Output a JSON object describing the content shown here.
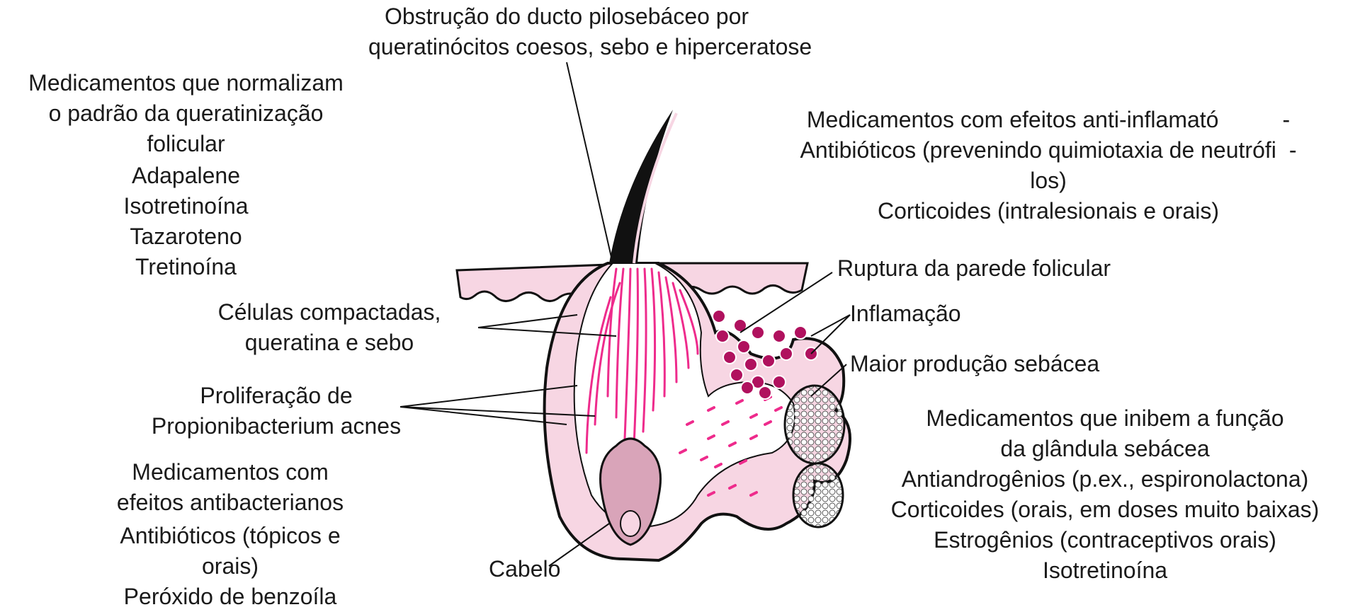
{
  "labels": {
    "obstruction": [
      "Obstrução do ducto pilosebáceo por",
      "queratinócitos coesos, sebo e hiperceratose"
    ],
    "normalize_drugs": [
      "Medicamentos que normalizam",
      "o padrão da queratinização",
      "folicular"
    ],
    "normalize_list": [
      "Adapalene",
      "Isotretinoína",
      "Tazaroteno",
      "Tretinoína"
    ],
    "compacted_cells": [
      "Células compactadas,",
      "queratina e sebo"
    ],
    "proliferation": [
      "Proliferação de",
      "Propionibacterium acnes"
    ],
    "antibacterial": [
      "Medicamentos com",
      "efeitos antibacterianos"
    ],
    "antibacterial_list": [
      "Antibióticos (tópicos e",
      "orais)",
      "Peróxido de benzoíla"
    ],
    "hair": "Cabelo",
    "antiinflammatory": [
      {
        "text": "Medicamentos com efeitos anti-inflamató",
        "dash": "-"
      },
      {
        "text": "Antibióticos (prevenindo quimiotaxia de neutrófi",
        "dash": "-"
      },
      {
        "text": "los)",
        "dash": ""
      },
      {
        "text": "Corticoides (intralesionais e orais)",
        "dash": ""
      }
    ],
    "rupture": "Ruptura da parede folicular",
    "inflammation": "Inflamação",
    "sebum": "Maior produção sebácea",
    "gland_drugs": [
      "Medicamentos que inibem a função",
      "da glândula sebácea"
    ],
    "gland_list": [
      "Antiandrogênios (p.ex., espironolactona)",
      "Corticoides (orais, em doses muito baixas)",
      "Estrogênios (contraceptivos orais)",
      "Isotretinoína"
    ]
  },
  "colors": {
    "skin": "#f7d6e3",
    "skin_dark": "#e9b7ca",
    "keratin": "#ee2b8c",
    "inflammatory_cell": "#b0115e",
    "outline": "#111111"
  }
}
